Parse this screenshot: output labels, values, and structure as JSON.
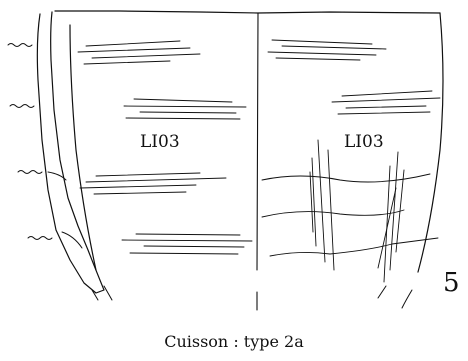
{
  "sherd": {
    "left_label": "LI03",
    "right_label": "LI03"
  },
  "plate_number": "5",
  "caption": "Cuisson : type 2a"
}
